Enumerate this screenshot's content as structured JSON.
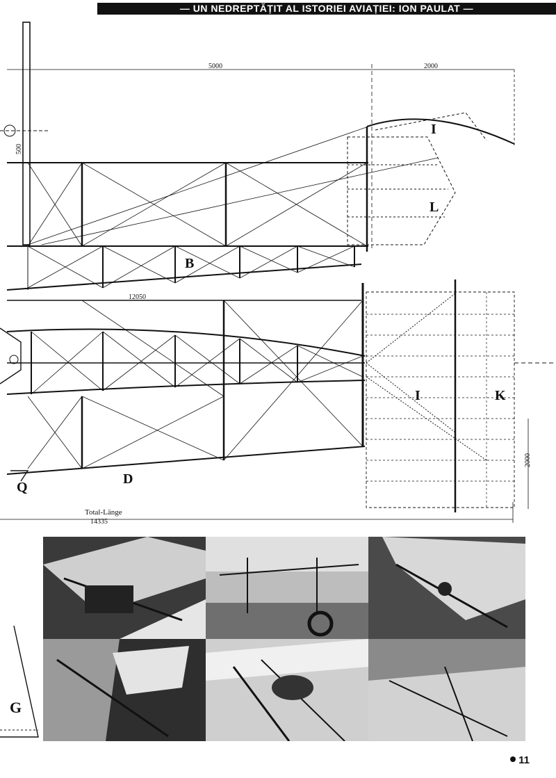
{
  "header": {
    "title": "— UN NEDREPTĂȚIT AL ISTORIEI AVIAȚIEI: ION PAULAT —"
  },
  "drawing": {
    "dimensions": {
      "top_length": "5000",
      "top_right": "2000",
      "span_left": "12050",
      "right_vertical": "2000",
      "small_vertical": "500"
    },
    "labels": {
      "elevator": "I",
      "rudder": "L",
      "fuselage": "B",
      "wing_i": "I",
      "wing_k": "K",
      "skid": "Q",
      "lower": "D",
      "tail": "G"
    },
    "total_length_label": "Total-Länge",
    "total_length_value": "14335"
  },
  "photos": {
    "count": 6
  },
  "page": {
    "number": "11"
  }
}
